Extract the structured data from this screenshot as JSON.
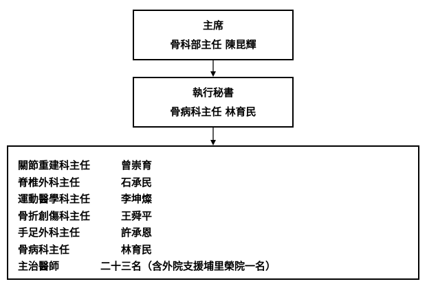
{
  "chair": {
    "title": "主席",
    "detail": "骨科部主任 陳昆輝"
  },
  "secretary": {
    "title": "執行秘書",
    "detail": "骨病科主任 林育民"
  },
  "members": [
    {
      "role": "關節重建科主任",
      "name": "曾崇育"
    },
    {
      "role": "脊椎外科主任",
      "name": "石承民"
    },
    {
      "role": "運動醫學科主任",
      "name": "李坤燦"
    },
    {
      "role": "骨折創傷科主任",
      "name": "王舜平"
    },
    {
      "role": "手足外科主任",
      "name": "許承恩"
    },
    {
      "role": "骨病科主任",
      "name": "林育民"
    },
    {
      "role": "主治醫師",
      "name": "二十三名（含外院支援埔里榮院一名）"
    }
  ]
}
